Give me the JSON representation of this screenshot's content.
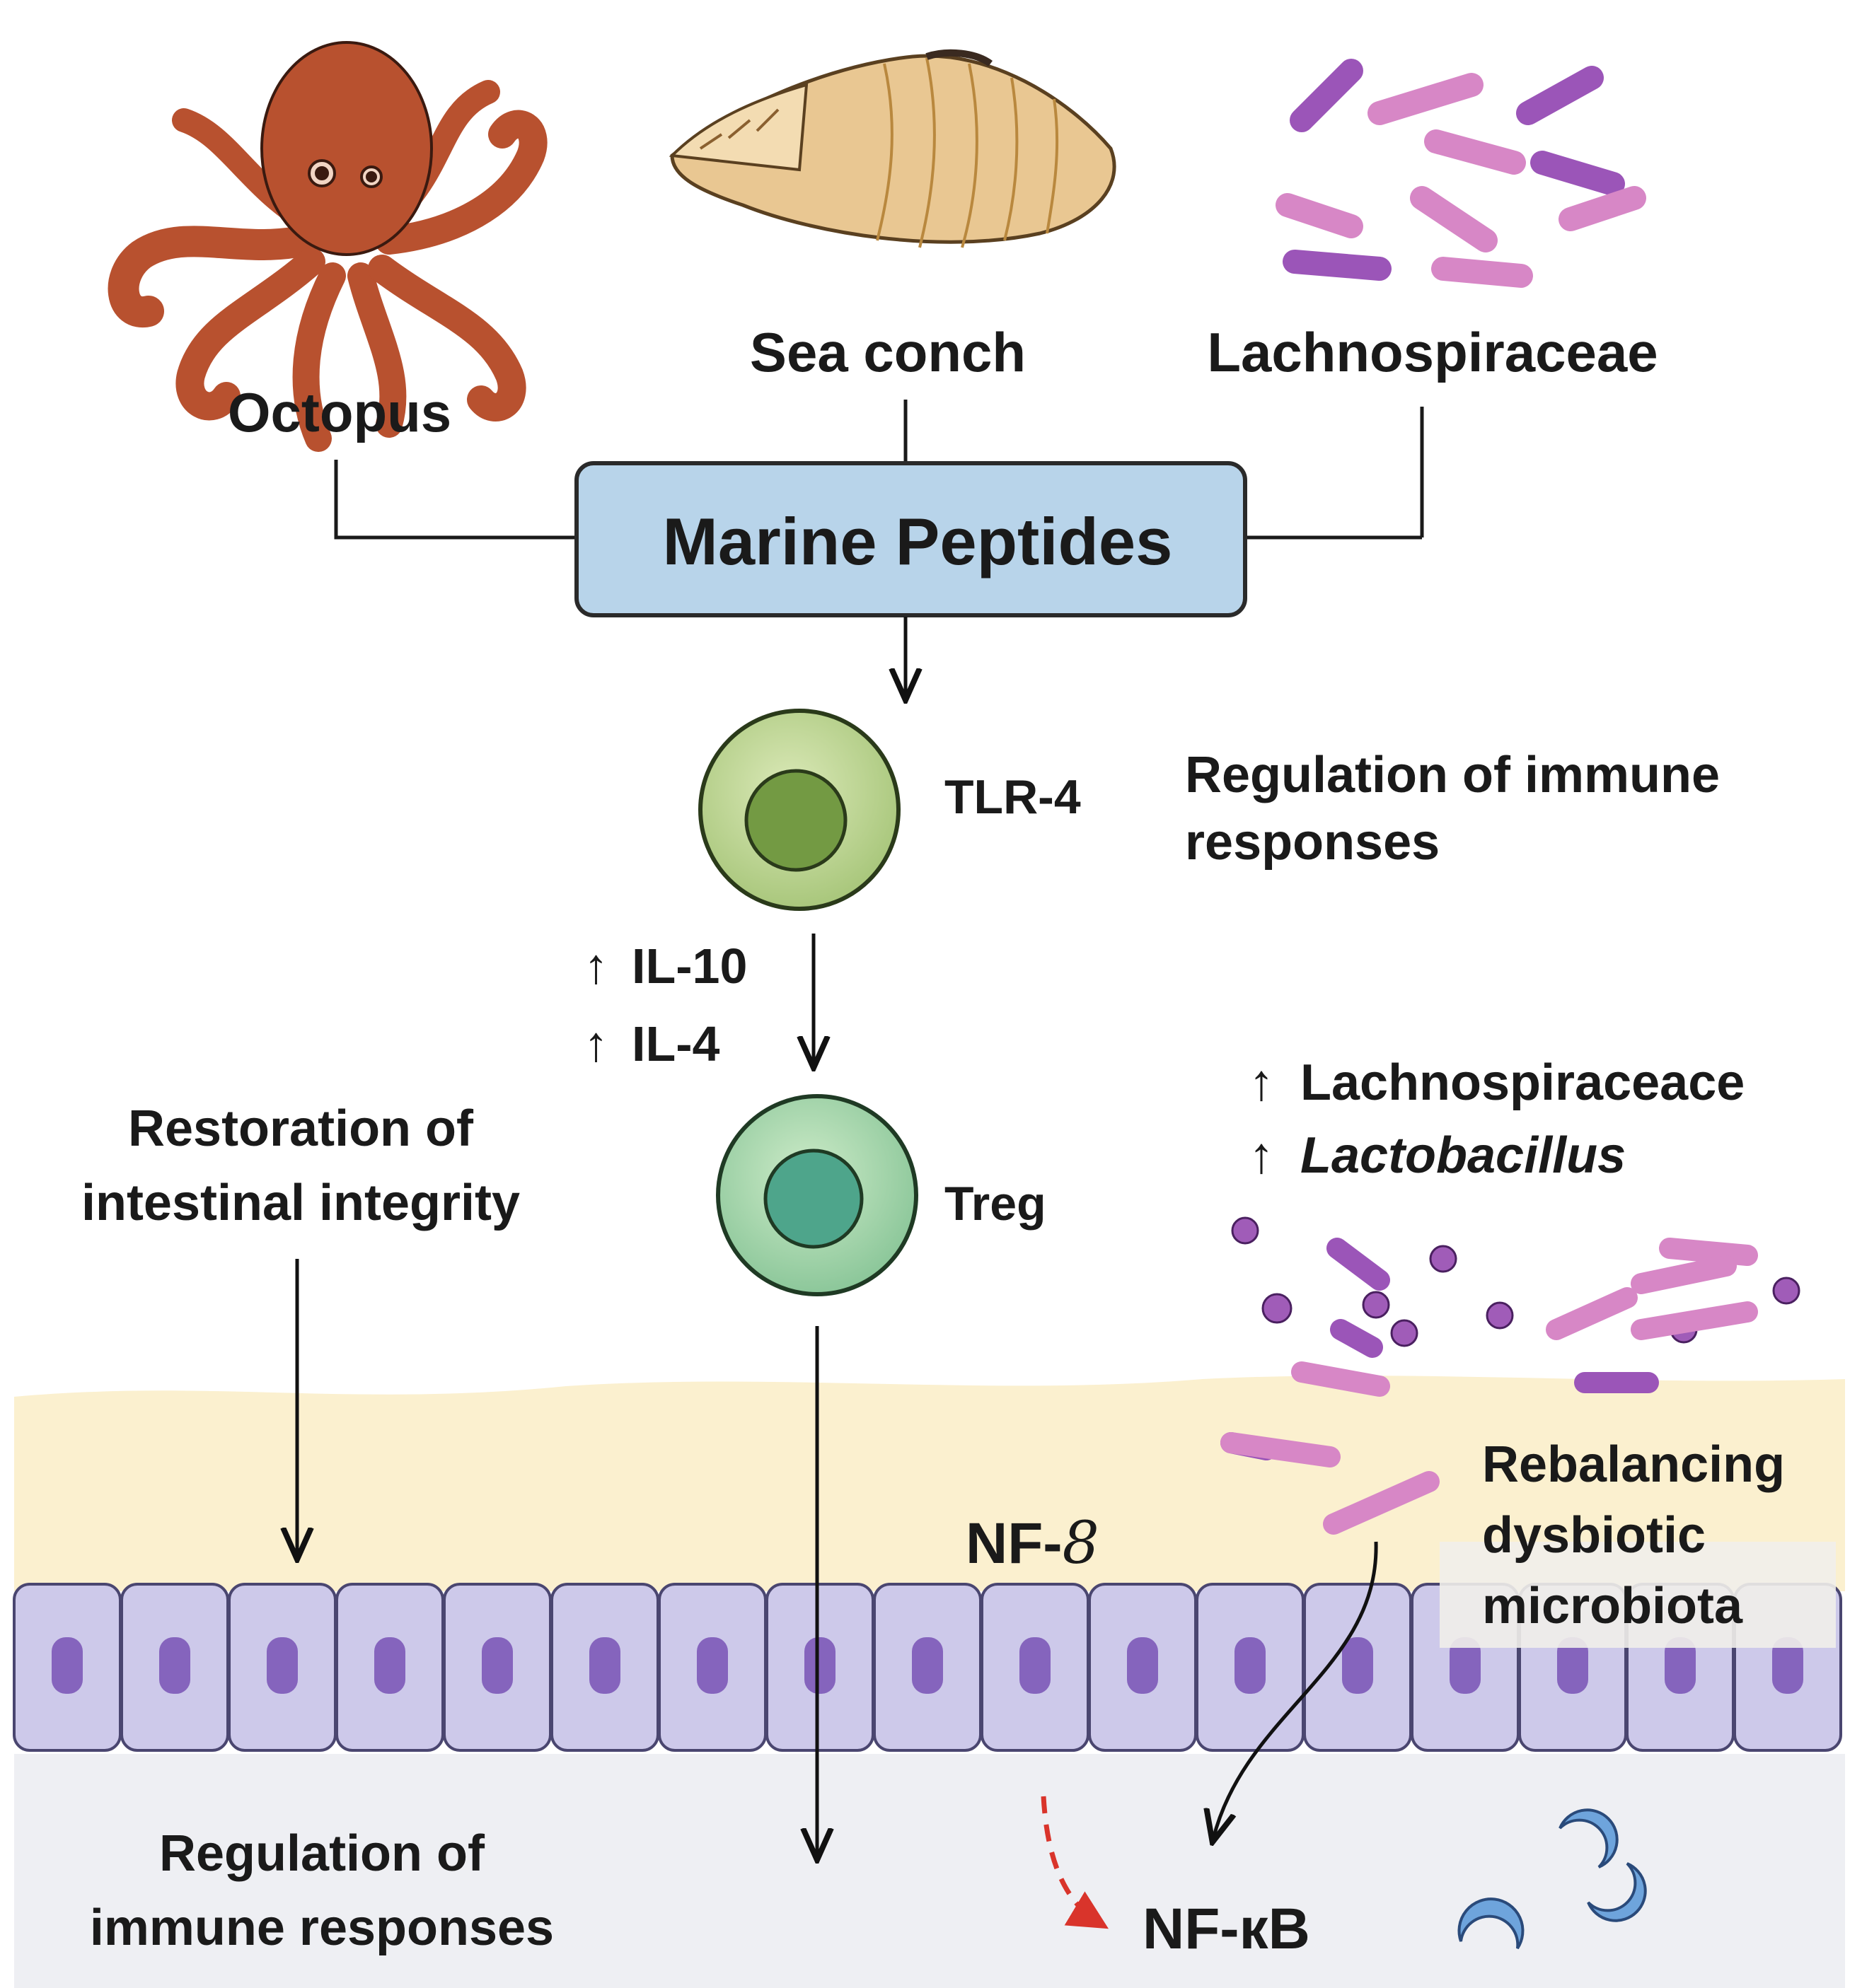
{
  "sources": [
    {
      "label": "Octopus",
      "icon": "octopus-icon",
      "color": "#b8512f"
    },
    {
      "label": "Sea conch",
      "icon": "sea-conch-icon",
      "color": "#e8c48a"
    },
    {
      "label": "Lachnospiraceae",
      "icon": "bacteria-icon",
      "color": "#a05cb8"
    }
  ],
  "center_box": {
    "label": "Marine Peptides",
    "fill": "#b8d4ea",
    "border": "#2a2a2a"
  },
  "tlr_cell": {
    "label": "TLR-4",
    "color": "#c5dd9c"
  },
  "treg_cell": {
    "label": "Treg",
    "color": "#a9d8a6"
  },
  "immune_regulation": {
    "line1": "Regulation of immune",
    "line2": "responses"
  },
  "cytokines": [
    {
      "arrow": "↑",
      "label": "IL-10"
    },
    {
      "arrow": "↑",
      "label": "IL-4"
    }
  ],
  "restoration": {
    "line1": "Restoration of",
    "line2": "intestinal integrity"
  },
  "microbes_up": [
    {
      "arrow": "↑",
      "label": "Lachnospiraceace"
    },
    {
      "arrow": "↑",
      "label": "Lactobacillus"
    }
  ],
  "rebalancing": {
    "line1": "Rebalancing",
    "line2": "dysbiotic",
    "line3": "microbiota"
  },
  "nf_top": {
    "prefix": "NF-",
    "symbol": "8"
  },
  "nf_bottom": {
    "label": "NF-кB"
  },
  "bottom_regulation": {
    "line1": "Regulation of",
    "line2": "immune responses"
  },
  "colors": {
    "mucus_layer": "#fbf0cf",
    "epithelium": "#cdc9ea",
    "nucleus": "#8564bd",
    "lumen": "#eeeff3",
    "inhibition_arrow": "#d9342b",
    "macrophage": "#6ea4dc"
  }
}
